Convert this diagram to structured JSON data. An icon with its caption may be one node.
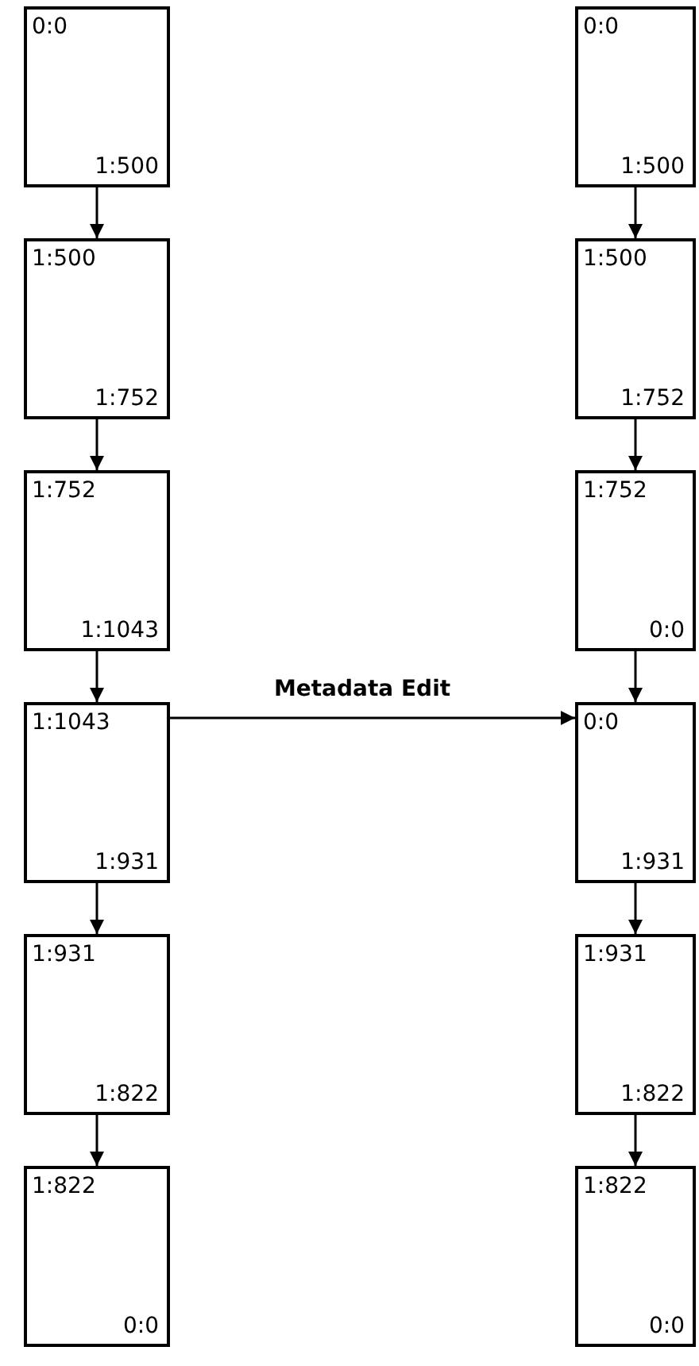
{
  "diagram": {
    "nodes": [
      {
        "text": [
          "0:0",
          "1:500"
        ]
      },
      {
        "text": [
          "1:500",
          "1:752"
        ]
      },
      {
        "text": [
          "1:752",
          "1:1043"
        ]
      },
      {
        "text": [
          "1:1043",
          "1:931"
        ]
      },
      {
        "text": [
          "1:931",
          "1:822"
        ]
      },
      {
        "text": [
          "1:822",
          "0:0"
        ]
      },
      {
        "text": [
          "0:0",
          "1:500"
        ]
      },
      {
        "text": [
          "1:500",
          "1:752"
        ]
      },
      {
        "text": [
          "1:752",
          "0:0"
        ]
      },
      {
        "text": [
          "0:0",
          "1:931"
        ]
      },
      {
        "text": [
          "1:931",
          "1:822"
        ]
      },
      {
        "text": [
          "1:822",
          "0:0"
        ]
      }
    ],
    "edges": [
      {
        "from": 0,
        "to": 1,
        "arrow": "to"
      },
      {
        "from": 1,
        "to": 2,
        "arrow": "to"
      },
      {
        "from": 2,
        "to": 3,
        "arrow": "to"
      },
      {
        "from": 3,
        "to": 4,
        "arrow": "to"
      },
      {
        "from": 4,
        "to": 5,
        "arrow": "to"
      },
      {
        "from": 6,
        "to": 7,
        "arrow": "to"
      },
      {
        "from": 7,
        "to": 8,
        "arrow": "to"
      },
      {
        "from": 8,
        "to": 9,
        "arrow": "to"
      },
      {
        "from": 9,
        "to": 10,
        "arrow": "to"
      },
      {
        "from": 10,
        "to": 11,
        "arrow": "to"
      },
      {
        "from": 3,
        "to": 9,
        "arrow": "to",
        "label": "Metadata Edit"
      }
    ]
  }
}
